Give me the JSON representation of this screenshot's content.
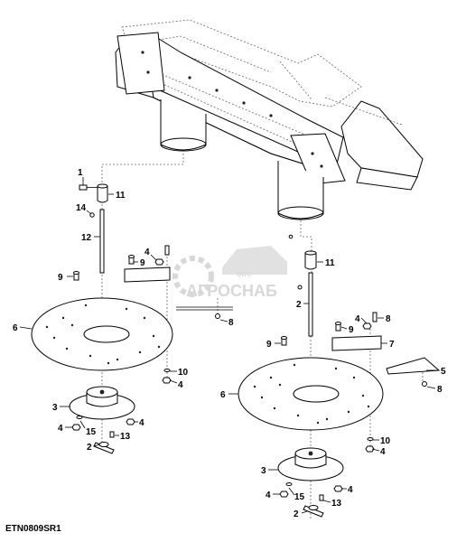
{
  "drawing_code": "ETN0809SR1",
  "watermark": {
    "company_prefix": "ООО",
    "company_name": "АГРОСНАБ"
  },
  "callouts": {
    "c1": "1",
    "c11a": "11",
    "c14": "14",
    "c12": "12",
    "c4a": "4",
    "c9a": "9",
    "c9b": "9",
    "c6a": "6",
    "c8a": "8",
    "c10a": "10",
    "c4b": "4",
    "c3a": "3",
    "c4c": "4",
    "c15a": "15",
    "c13a": "13",
    "c4d": "4",
    "c2a": "2",
    "c11b": "11",
    "c2b": "2",
    "c4e": "4",
    "c8b": "8",
    "c9c": "9",
    "c7": "7",
    "c9d": "9",
    "c5": "5",
    "c8c": "8",
    "c6b": "6",
    "c10b": "10",
    "c4f": "4",
    "c3b": "3",
    "c4g": "4",
    "c15b": "15",
    "c4h": "4",
    "c13b": "13",
    "c2c": "2"
  }
}
